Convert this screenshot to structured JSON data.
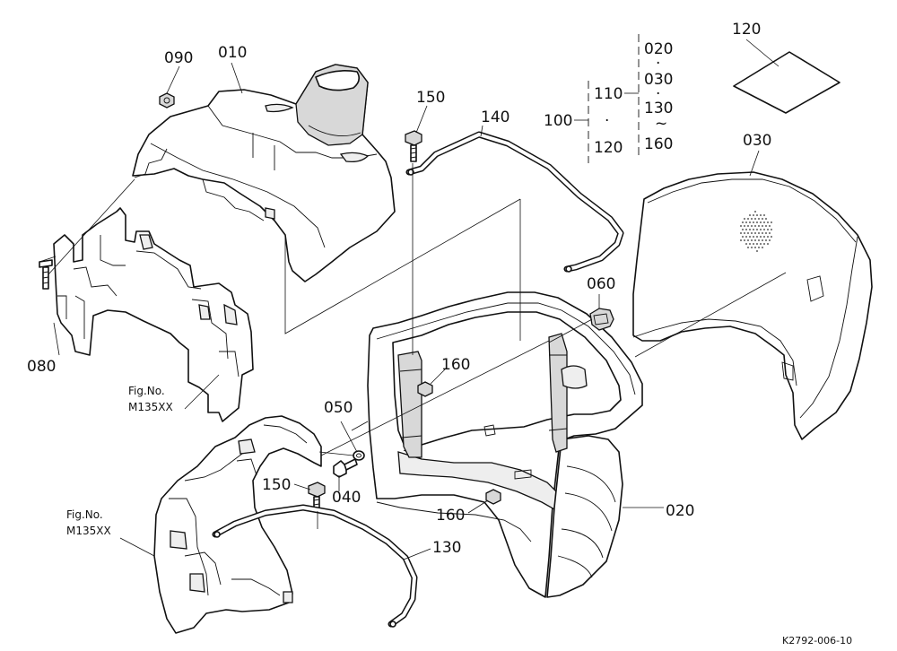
{
  "drawing_code": "K2792-006-10",
  "figure_refs": [
    {
      "line1": "Fig.No.",
      "line2": "M135XX"
    },
    {
      "line1": "Fig.No.",
      "line2": "M135XX"
    }
  ],
  "part_numbers": {
    "p090": "090",
    "p010": "010",
    "p150_top": "150",
    "p140": "140",
    "p100": "100",
    "p110": "110",
    "p120_group": "120",
    "g020": "020",
    "g030": "030",
    "g130": "130",
    "g160": "160",
    "p120_sheet": "120",
    "p030": "030",
    "p060": "060",
    "p080": "080",
    "p160_top": "160",
    "p050": "050",
    "p040": "040",
    "p150_bottom": "150",
    "p160_bottom": "160",
    "p020": "020",
    "p130": "130"
  },
  "range_symbols": {
    "dot": "·",
    "tilde": "~"
  }
}
